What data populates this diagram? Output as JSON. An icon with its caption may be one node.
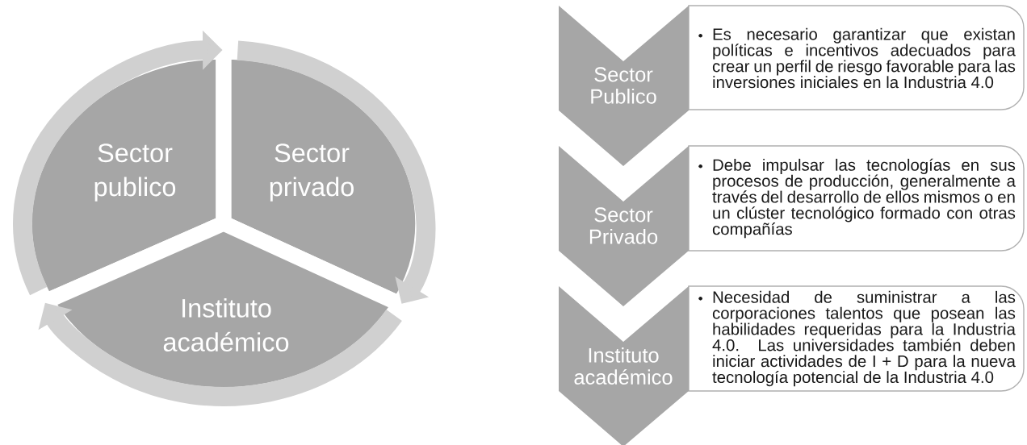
{
  "diagram": {
    "nodes": [
      {
        "text": [
          "Sector publico"
        ]
      },
      {
        "text": [
          "Sector privado"
        ]
      },
      {
        "text": [
          "Instituto académico"
        ]
      },
      {
        "text": [
          "Sector Publico"
        ]
      },
      {
        "text": [
          "Es necesario garantizar que existan políticas e incentivos adecuados para crear un perfil de riesgo favorable para las inversiones iniciales en la Industria 4.0"
        ]
      },
      {
        "text": [
          "Sector Privado"
        ]
      },
      {
        "text": [
          "Debe impulsar las tecnologías en sus procesos de producción, generalmente a través del desarrollo de ellos mismos o en un clúster tecnológico formado con otras compañías"
        ]
      },
      {
        "text": [
          "Instituto académico"
        ]
      },
      {
        "text": [
          "Necesidad de suministrar a las corporaciones talentos que posean las habilidades requeridas para la Industria 4.0. Las universidades también deben iniciar actividades de I + D para la nueva tecnología potencial de la Industria 4.0"
        ]
      }
    ],
    "edges": [
      {
        "from": 0,
        "to": 1,
        "arrow": "to"
      },
      {
        "from": 1,
        "to": 2,
        "arrow": "to"
      },
      {
        "from": 2,
        "to": 0,
        "arrow": "to"
      }
    ]
  }
}
